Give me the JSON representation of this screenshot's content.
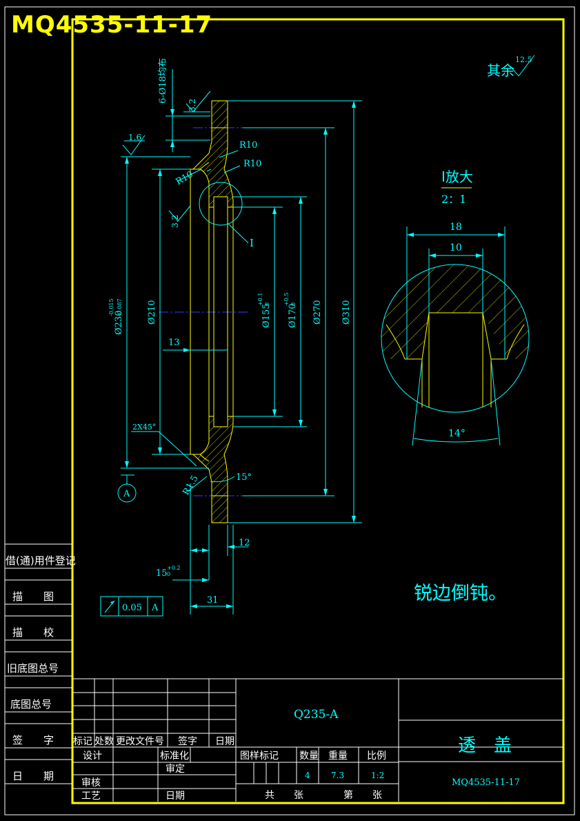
{
  "drawing_number_header": "MQ4535-11-17",
  "roughness": {
    "other": "其余",
    "other_value": "12.5",
    "r1": "3.2",
    "r2": "1.6",
    "r3": "3.2"
  },
  "notes": {
    "holes": "6-Ø18均布",
    "chamfer": "2X45°",
    "edge": "锐边倒钝。",
    "detail_label": "I"
  },
  "dims": {
    "r10a": "R10",
    "r10b": "R10",
    "r10c": "R10",
    "r15": "R1.5",
    "d230": "Ø230",
    "d230_tol_up": "-0.015",
    "d230_tol_low": "-0.087",
    "d210": "Ø210",
    "d155": "Ø155",
    "d155_tol_up": "+0.1",
    "d155_tol_low": "0",
    "d170": "Ø170",
    "d170_tol_up": "+0.5",
    "d170_tol_low": "0",
    "d270": "Ø270",
    "d310": "Ø310",
    "w13": "13",
    "w12": "12",
    "w15": "15",
    "w15_tol_up": "+0.2",
    "w15_tol_low": "0",
    "w31": "31",
    "ang15": "15°",
    "datum": "A"
  },
  "tolerance_frame": {
    "value": "0.05",
    "datum": "A"
  },
  "detail": {
    "title": "I放大",
    "scale": "2：1",
    "w18": "18",
    "w10": "10",
    "angle": "14°"
  },
  "left_column": [
    "借(通)用件登记",
    "描　　图",
    "描　　校",
    "旧底图总号",
    "底图总号",
    "签　　字",
    "日　　期"
  ],
  "title_block": {
    "material": "Q235-A",
    "part_name": "透　盖",
    "drawing_no": "MQ4535-11-17",
    "rev_headers": [
      "标记",
      "处数",
      "更改文件号",
      "签字",
      "日期"
    ],
    "row_design": "设计",
    "row_standard": "标准化",
    "row_review": "审定",
    "row_check": "审核",
    "row_process": "工艺",
    "row_date": "日期",
    "stage_label": "图样标记",
    "qty_label": "数量",
    "weight_label": "重量",
    "scale_label": "比例",
    "qty": "4",
    "weight": "7.3",
    "scale": "1:2",
    "sheets_total": "共　　张",
    "sheet_no": "第　　张"
  }
}
